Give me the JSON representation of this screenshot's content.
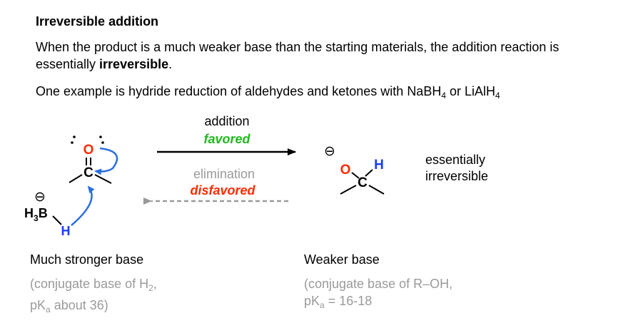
{
  "heading": "Irreversible addition",
  "para1": {
    "text_before": "When the product is a much weaker base than the starting materials, the addition reaction is essentially ",
    "bold": "irreversible",
    "text_after": "."
  },
  "para2": {
    "text": "One example is hydride reduction of aldehydes and ketones with NaBH",
    "sub1": "4",
    "mid": " or LiAlH",
    "sub2": "4"
  },
  "arrows": {
    "forward_label": "addition",
    "forward_note": "favored",
    "reverse_label": "elimination",
    "reverse_note": "disfavored"
  },
  "molecules": {
    "oxygen": "O",
    "carbon": "C",
    "hydrogen": "H",
    "boron_group": "H",
    "boron_sub": "3",
    "boron": "B",
    "charge": "⊖"
  },
  "product_note": {
    "line1": "essentially",
    "line2": "irreversible"
  },
  "left_caption": {
    "title": "Much stronger base",
    "line1": "(conjugate base of H",
    "line1_sub": "2",
    "line1_end": ",",
    "line2_start": "pK",
    "line2_sub": "a",
    "line2_end": " about 36)"
  },
  "right_caption": {
    "title": "Weaker base",
    "line1": "(conjugate base of R–OH,",
    "line2_start": "pK",
    "line2_sub": "a",
    "line2_end": " = 16-18"
  },
  "colors": {
    "oxygen": "#ff2a00",
    "hydrogen": "#1a3dff",
    "curly_arrow": "#2a6fe0",
    "favored": "#22b822",
    "disfavored": "#ff2a00",
    "reverse_gray": "#9a9a9a"
  }
}
